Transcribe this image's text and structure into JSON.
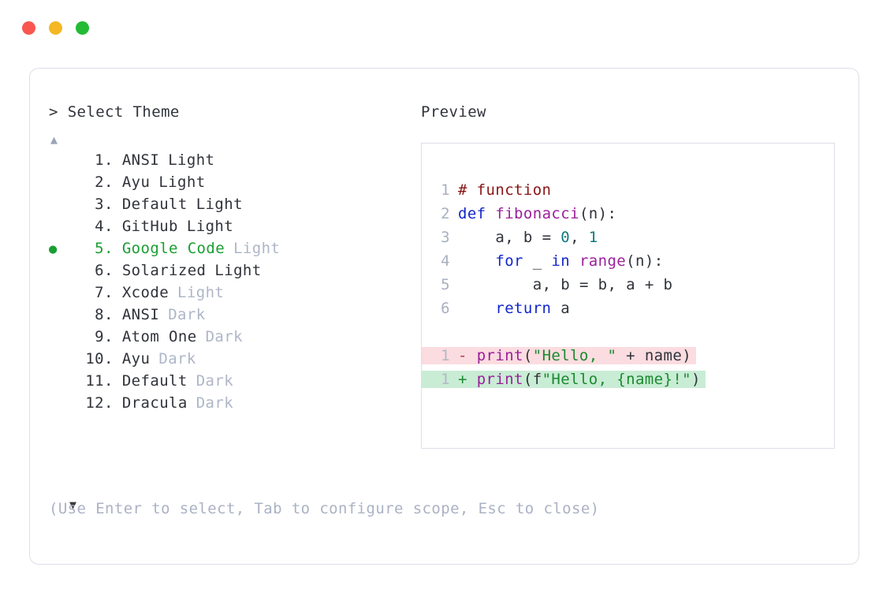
{
  "window": {
    "buttons": [
      {
        "name": "close",
        "color": "#f9564f"
      },
      {
        "name": "minimize",
        "color": "#f5b725"
      },
      {
        "name": "maximize",
        "color": "#22bb33"
      }
    ]
  },
  "prompt": {
    "caret": ">",
    "title": "Select Theme"
  },
  "scroll": {
    "up_glyph": "▲",
    "down_glyph": "▼"
  },
  "selection": {
    "bullet_glyph": "●",
    "selected_index": 5,
    "accent_color": "#1a9e32"
  },
  "themes": [
    {
      "index": "1",
      "dot": ".",
      "name": "ANSI",
      "variant": "Light",
      "variant_muted": false,
      "selected": false
    },
    {
      "index": "2",
      "dot": ".",
      "name": "Ayu",
      "variant": "Light",
      "variant_muted": false,
      "selected": false
    },
    {
      "index": "3",
      "dot": ".",
      "name": "Default",
      "variant": "Light",
      "variant_muted": false,
      "selected": false
    },
    {
      "index": "4",
      "dot": ".",
      "name": "GitHub",
      "variant": "Light",
      "variant_muted": false,
      "selected": false
    },
    {
      "index": "5",
      "dot": ".",
      "name": "Google Code",
      "variant": "Light",
      "variant_muted": true,
      "selected": true
    },
    {
      "index": "6",
      "dot": ".",
      "name": "Solarized",
      "variant": "Light",
      "variant_muted": false,
      "selected": false
    },
    {
      "index": "7",
      "dot": ".",
      "name": "Xcode",
      "variant": "Light",
      "variant_muted": true,
      "selected": false
    },
    {
      "index": "8",
      "dot": ".",
      "name": "ANSI",
      "variant": "Dark",
      "variant_muted": true,
      "selected": false
    },
    {
      "index": "9",
      "dot": ".",
      "name": "Atom One",
      "variant": "Dark",
      "variant_muted": true,
      "selected": false
    },
    {
      "index": "10",
      "dot": ".",
      "name": "Ayu",
      "variant": "Dark",
      "variant_muted": true,
      "selected": false
    },
    {
      "index": "11",
      "dot": ".",
      "name": "Default",
      "variant": "Dark",
      "variant_muted": true,
      "selected": false
    },
    {
      "index": "12",
      "dot": ".",
      "name": "Dracula",
      "variant": "Dark",
      "variant_muted": true,
      "selected": false
    }
  ],
  "hint": {
    "text": "(Use Enter to select, Tab to configure scope, Esc to close)"
  },
  "preview": {
    "label": "Preview",
    "code_lines": [
      {
        "number": "1",
        "text": "# function"
      },
      {
        "number": "2",
        "text": "def fibonacci(n):"
      },
      {
        "number": "3",
        "text": "    a, b = 0, 1"
      },
      {
        "number": "4",
        "text": "    for _ in range(n):"
      },
      {
        "number": "5",
        "text": "        a, b = b, a + b"
      },
      {
        "number": "6",
        "text": "    return a"
      }
    ],
    "diff_lines": [
      {
        "number": "1",
        "sign": "-",
        "text": "print(\"Hello, \" + name)",
        "kind": "removed"
      },
      {
        "number": "1",
        "sign": "+",
        "text": "print(f\"Hello, {name}!\")",
        "kind": "added"
      }
    ]
  },
  "colors": {
    "page_background": "#ffffff",
    "card_border": "#dcdfe8",
    "panel_border": "#dbdfe8",
    "text": "#30333a",
    "muted_text": "#aeb6c7",
    "hint_text": "#aab2c4",
    "line_number": "#a9b0bf",
    "accent_green": "#1a9e32",
    "diff_removed_bg": "#fbdce0",
    "diff_added_bg": "#c9ecd5",
    "syntax_comment": "#8a1515",
    "syntax_keyword": "#1226cc",
    "syntax_function": "#9b1f9b",
    "syntax_number": "#0f7a7a",
    "syntax_string": "#1a8a2e"
  }
}
